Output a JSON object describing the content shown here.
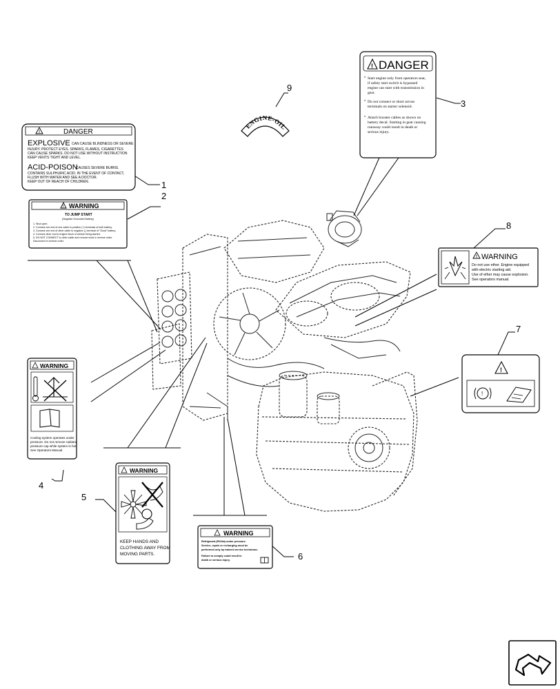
{
  "callouts": [
    "1",
    "2",
    "3",
    "4",
    "5",
    "6",
    "7",
    "8",
    "9"
  ],
  "engine_oil_text": "ENGINE-OIL",
  "decal1": {
    "header": "DANGER",
    "explosive_word": "EXPLOSIVE",
    "explosive_lines": [
      "CAN CAUSE BLINDNESS OR SEVERE",
      "INJURY. PROTECT EYES. SPARKS, FLAMES, CIGARETTES",
      "CAN CAUSE SPARKS. DO NOT USE WITHOUT INSTRUCTION",
      "KEEP VENTS TIGHT AND LEVEL."
    ],
    "acid_word": "ACID-POISON",
    "acid_lines": [
      "CAUSES SEVERE BURNS.",
      "CONTAINS SULPHURIC ACID. IN THE EVENT OF CONTACT,",
      "FLUSH WITH WATER AND SEE A DOCTOR.",
      "KEEP OUT OF REACH OF CHILDREN."
    ]
  },
  "decal2": {
    "header": "WARNING",
    "title": "TO JUMP START",
    "subtitle": "(Negative Grounded Battery)",
    "lines": [
      "1. Shut open.",
      "2. Connect one end of one cable to positive (+) terminals of both battery.",
      "3. Connect one end of other cable to negative (-) terminal of \"Good\" battery.",
      "4. Connect other end to engine block of vehicle being started.",
      "5. DO NOT CONNECT to other cable and remove ends in reverse order.",
      "Disconnect in reverse order."
    ]
  },
  "decal3": {
    "header": "DANGER",
    "items": [
      [
        "Start engine only from operators seat,",
        "if safety start switch is bypassed",
        "engine can start with transmission in",
        "gear."
      ],
      [
        "Do not connect or short across",
        "terminals on starter solenoid."
      ],
      [
        "Attach booster cables as shown on",
        "battery decal. Starting in gear causing",
        "runaway could result in death or",
        "serious injury."
      ]
    ]
  },
  "decal4": {
    "header": "WARNING",
    "lines": [
      "Cooling system operates under",
      "pressure. Do not remove radiator",
      "pressure cap while system is hot.",
      "See Operators Manual."
    ]
  },
  "decal5": {
    "header": "WARNING",
    "lines": [
      "KEEP HANDS AND",
      "CLOTHING AWAY FROM",
      "MOVING PARTS."
    ]
  },
  "decal6": {
    "header": "WARNING",
    "lines": [
      "Refrigerant (R134a) under pressure.",
      "Service, repair or recharging must be",
      "performed only by trained service technician.",
      "Failure to comply could result in",
      "death or serious injury."
    ]
  },
  "decal8": {
    "header": "WARNING",
    "lines": [
      "Do not use ether. Engine equipped",
      "with electric starting aid.",
      "Use of ether may cause explosion.",
      "See operators manual."
    ]
  },
  "icons": {
    "alert": "warning-triangle-icon",
    "next_page": "navigation-arrow-icon"
  }
}
